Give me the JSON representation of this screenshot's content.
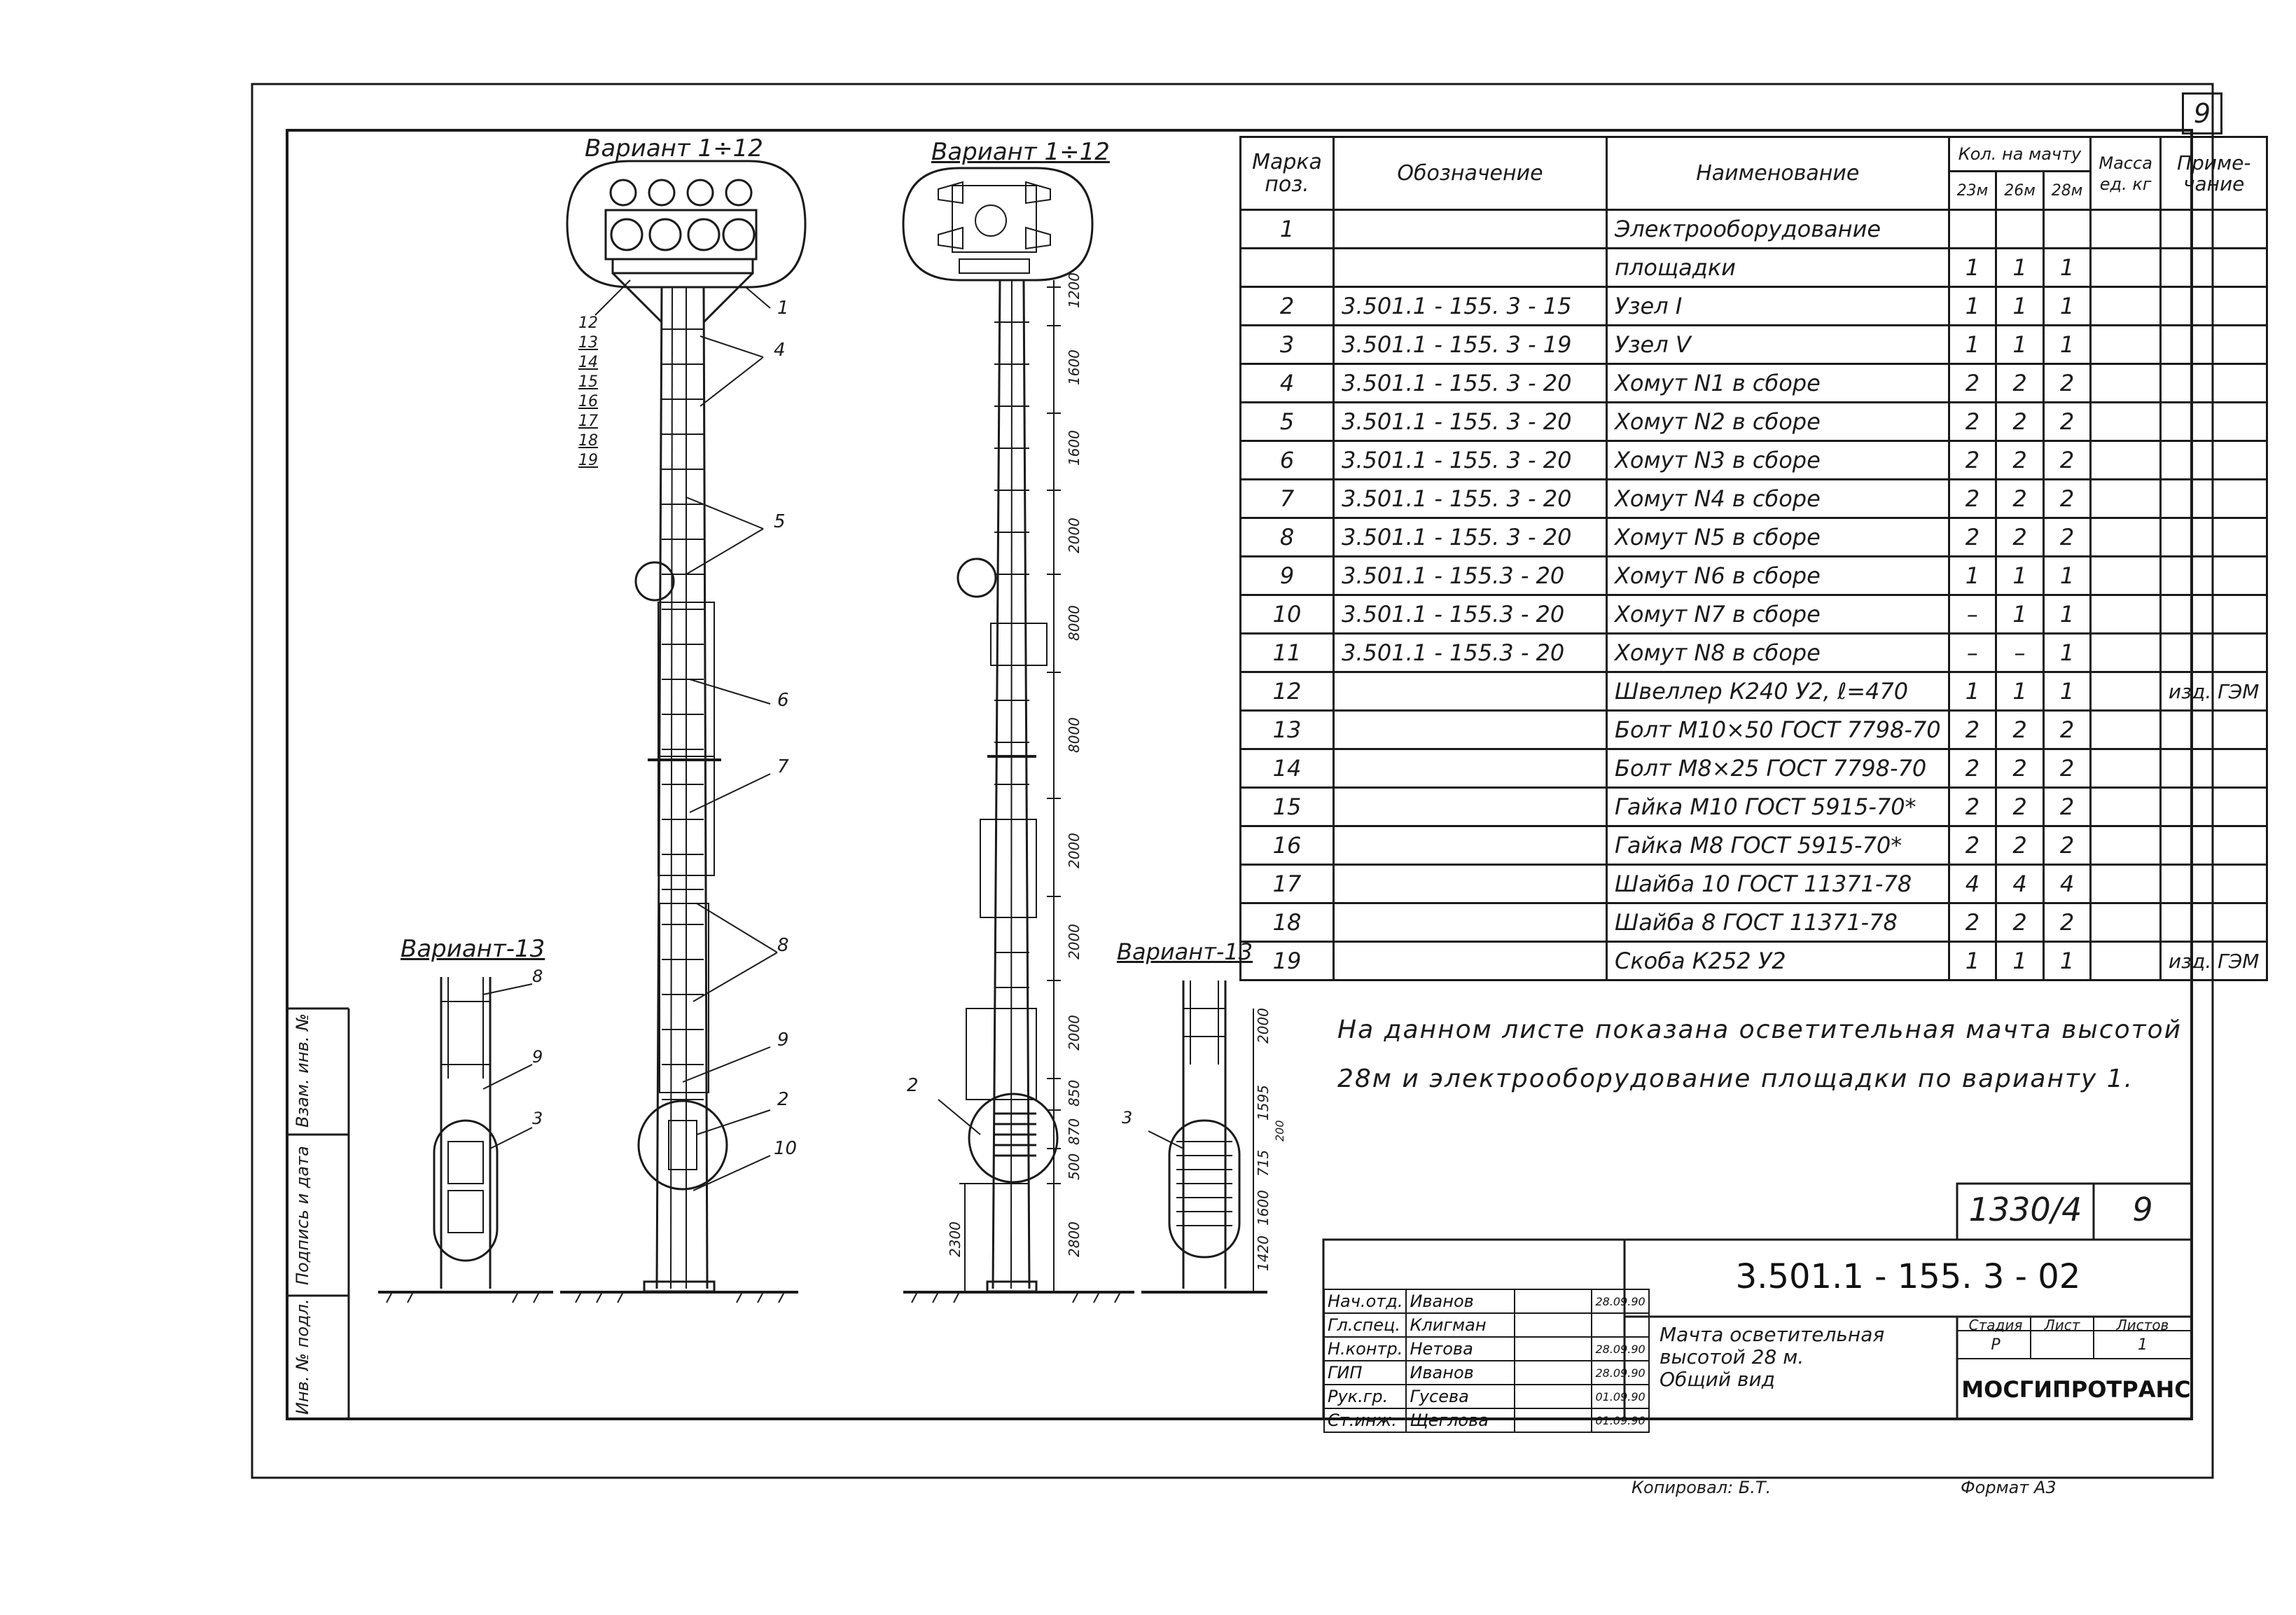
{
  "sheet_number": "9",
  "views": {
    "v1_left_label": "Вариант 1÷12",
    "v1_right_label": "Вариант 1÷12",
    "v13_left_label": "Вариант-13",
    "v13_right_label": "Вариант-13"
  },
  "callouts": {
    "c1": "1",
    "c2": "2",
    "c3": "3",
    "c4": "4",
    "c5": "5",
    "c6": "6",
    "c7": "7",
    "c8": "8",
    "c9": "9",
    "c10": "10",
    "left_list": [
      "12",
      "13",
      "14",
      "15",
      "16",
      "17",
      "18",
      "19"
    ],
    "v13_8": "8",
    "v13_9": "9",
    "v13_3": "3",
    "v13r_3": "3",
    "left2": "2"
  },
  "dimensions": {
    "d1": "1200",
    "d2": "1600",
    "d3": "1600",
    "d4": "2000",
    "d5": "8000",
    "d6": "8000",
    "d7": "2000",
    "d8": "2000",
    "d9": "2000",
    "d10": "850",
    "d11": "870",
    "d12": "500",
    "d13": "2800",
    "d14": "2300",
    "r1": "2000",
    "r2": "1595",
    "r3": "200",
    "r4": "715",
    "r5": "1600",
    "r6": "1420"
  },
  "side_stamp": {
    "s1": "Инв. № подл.",
    "s2": "Подпись и дата",
    "s3": "Взам. инв. №"
  },
  "spec_table": {
    "headers": {
      "mark": "Марка поз.",
      "designation": "Обозначение",
      "name": "Наименование",
      "qty_group": "Кол. на мачту",
      "q23": "23м",
      "q26": "26м",
      "q28": "28м",
      "mass": "Масса ед. кг",
      "note": "Приме- чание"
    },
    "rows": [
      {
        "mark": "1",
        "des": "",
        "name": "Электрооборудование",
        "q23": "",
        "q26": "",
        "q28": "",
        "note": ""
      },
      {
        "mark": "",
        "des": "",
        "name": "площадки",
        "q23": "1",
        "q26": "1",
        "q28": "1",
        "note": ""
      },
      {
        "mark": "2",
        "des": "3.501.1 - 155. 3 - 15",
        "name": "Узел I",
        "q23": "1",
        "q26": "1",
        "q28": "1",
        "note": ""
      },
      {
        "mark": "3",
        "des": "3.501.1 - 155. 3 - 19",
        "name": "Узел V",
        "q23": "1",
        "q26": "1",
        "q28": "1",
        "note": ""
      },
      {
        "mark": "4",
        "des": "3.501.1 - 155. 3 - 20",
        "name": "Хомут N1 в сборе",
        "q23": "2",
        "q26": "2",
        "q28": "2",
        "note": ""
      },
      {
        "mark": "5",
        "des": "3.501.1 - 155. 3 - 20",
        "name": "Хомут N2 в сборе",
        "q23": "2",
        "q26": "2",
        "q28": "2",
        "note": ""
      },
      {
        "mark": "6",
        "des": "3.501.1 - 155. 3 - 20",
        "name": "Хомут N3 в сборе",
        "q23": "2",
        "q26": "2",
        "q28": "2",
        "note": ""
      },
      {
        "mark": "7",
        "des": "3.501.1 - 155. 3 - 20",
        "name": "Хомут N4 в сборе",
        "q23": "2",
        "q26": "2",
        "q28": "2",
        "note": ""
      },
      {
        "mark": "8",
        "des": "3.501.1 - 155. 3 - 20",
        "name": "Хомут N5 в сборе",
        "q23": "2",
        "q26": "2",
        "q28": "2",
        "note": ""
      },
      {
        "mark": "9",
        "des": "3.501.1 - 155.3 - 20",
        "name": "Хомут N6 в сборе",
        "q23": "1",
        "q26": "1",
        "q28": "1",
        "note": ""
      },
      {
        "mark": "10",
        "des": "3.501.1 - 155.3 - 20",
        "name": "Хомут N7 в сборе",
        "q23": "–",
        "q26": "1",
        "q28": "1",
        "note": ""
      },
      {
        "mark": "11",
        "des": "3.501.1 - 155.3 - 20",
        "name": "Хомут N8 в сборе",
        "q23": "–",
        "q26": "–",
        "q28": "1",
        "note": ""
      },
      {
        "mark": "12",
        "des": "",
        "name": "Швеллер К240 У2, ℓ=470",
        "q23": "1",
        "q26": "1",
        "q28": "1",
        "note": "изд. ГЭМ"
      },
      {
        "mark": "13",
        "des": "",
        "name": "Болт М10×50 ГОСТ 7798-70",
        "q23": "2",
        "q26": "2",
        "q28": "2",
        "note": ""
      },
      {
        "mark": "14",
        "des": "",
        "name": "Болт М8×25 ГОСТ 7798-70",
        "q23": "2",
        "q26": "2",
        "q28": "2",
        "note": ""
      },
      {
        "mark": "15",
        "des": "",
        "name": "Гайка М10 ГОСТ 5915-70*",
        "q23": "2",
        "q26": "2",
        "q28": "2",
        "note": ""
      },
      {
        "mark": "16",
        "des": "",
        "name": "Гайка М8 ГОСТ 5915-70*",
        "q23": "2",
        "q26": "2",
        "q28": "2",
        "note": ""
      },
      {
        "mark": "17",
        "des": "",
        "name": "Шайба 10 ГОСТ 11371-78",
        "q23": "4",
        "q26": "4",
        "q28": "4",
        "note": ""
      },
      {
        "mark": "18",
        "des": "",
        "name": "Шайба 8 ГОСТ 11371-78",
        "q23": "2",
        "q26": "2",
        "q28": "2",
        "note": ""
      },
      {
        "mark": "19",
        "des": "",
        "name": "Скоба К252 У2",
        "q23": "1",
        "q26": "1",
        "q28": "1",
        "note": "изд. ГЭМ"
      }
    ]
  },
  "note": {
    "line1": "На данном листе показана осветительная мачта высотой",
    "line2": "28м и электрооборудование площадки по варианту 1."
  },
  "title_block": {
    "archive_no": "1330/4",
    "archive_sheet": "9",
    "doc_code": "3.501.1 - 155. 3 - 02",
    "title_lines": [
      "Мачта осветительная",
      "высотой 28 м.",
      "Общий вид"
    ],
    "stage_label": "Стадия",
    "sheet_label": "Лист",
    "sheets_label": "Листов",
    "stage": "Р",
    "sheet": "",
    "sheets": "1",
    "company": "МОСГИПРОТРАНС",
    "people": [
      {
        "role": "Нач.отд.",
        "name": "Иванов",
        "date": "28.09.90"
      },
      {
        "role": "Гл.спец.",
        "name": "Клигман",
        "date": ""
      },
      {
        "role": "Н.контр.",
        "name": "Нетова",
        "date": "28.09.90"
      },
      {
        "role": "ГИП",
        "name": "Иванов",
        "date": "28.09.90"
      },
      {
        "role": "Рук.гр.",
        "name": "Гусева",
        "date": "01.09.90"
      },
      {
        "role": "Ст.инж.",
        "name": "Щеглова",
        "date": "01.09.90"
      }
    ]
  },
  "footer": {
    "copied": "Копировал: Б.Т.",
    "format": "Формат А3"
  }
}
